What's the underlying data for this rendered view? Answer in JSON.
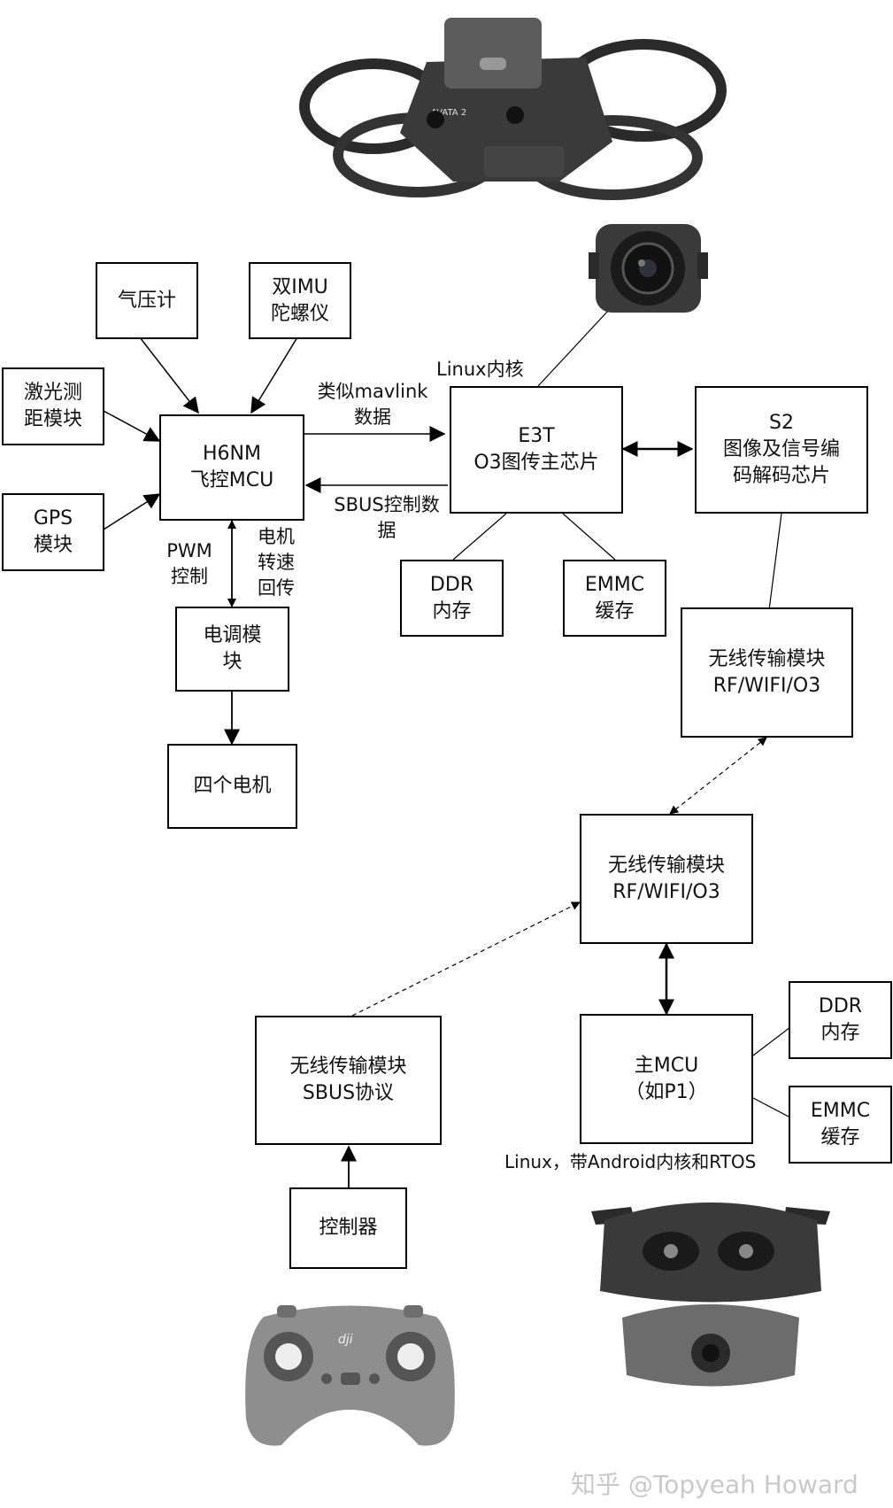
{
  "boxes": {
    "barometer": [
      "气压计"
    ],
    "dual_imu": [
      "双IMU",
      "陀螺仪"
    ],
    "laser_ranging": [
      "激光测",
      "距模块"
    ],
    "gps": [
      "GPS",
      "模块"
    ],
    "flight_controller": [
      "H6NM",
      "飞控MCU"
    ],
    "e3t": [
      "E3T",
      "O3图传主芯片"
    ],
    "s2": [
      "S2",
      "图像及信号编",
      "码解码芯片"
    ],
    "ddr_drone": [
      "DDR",
      "内存"
    ],
    "emmc_drone": [
      "EMMC",
      "缓存"
    ],
    "esc": [
      "电调模",
      "块"
    ],
    "motors": [
      "四个电机"
    ],
    "wireless_drone": [
      "无线传输模块",
      "RF/WIFI/O3"
    ],
    "wireless_goggles": [
      "无线传输模块",
      "RF/WIFI/O3"
    ],
    "wireless_controller": [
      "无线传输模块",
      "SBUS协议"
    ],
    "main_mcu": [
      "主MCU",
      "（如P1）"
    ],
    "ddr_goggles": [
      "DDR",
      "内存"
    ],
    "emmc_goggles": [
      "EMMC",
      "缓存"
    ],
    "controller": [
      "控制器"
    ]
  },
  "labels": {
    "linux_kernel": [
      "Linux内核"
    ],
    "mavlink": [
      "类似mavlink",
      "数据"
    ],
    "sbus_control": [
      "SBUS控制数",
      "据"
    ],
    "pwm": [
      "PWM",
      "控制"
    ],
    "motor_feedback": [
      "电机",
      "转速",
      "回传"
    ],
    "goggles_os": [
      "Linux，带Android内核和RTOS"
    ]
  },
  "drone_brand": "AVATA 2",
  "controller_brand": "dji",
  "watermark": "知乎 @Topyeah Howard"
}
